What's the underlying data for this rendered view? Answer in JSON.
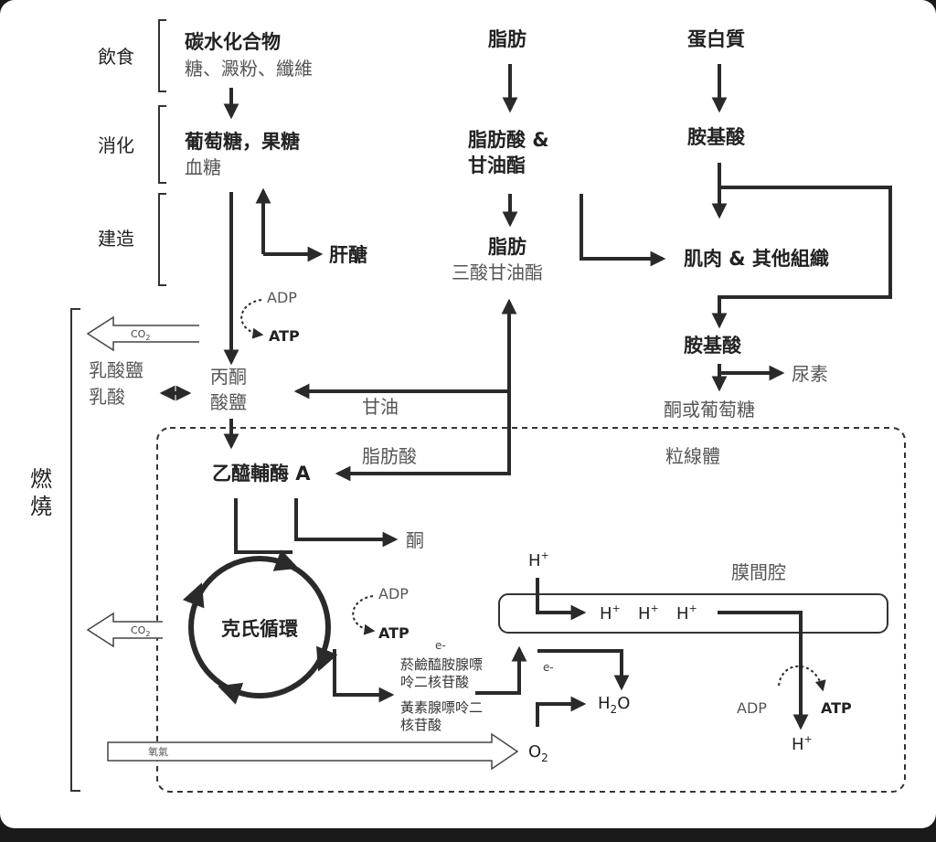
{
  "sections": {
    "diet": "飲食",
    "digestion": "消化",
    "building": "建造",
    "burning": "燃燒"
  },
  "nodes": {
    "carb_title": "碳水化合物",
    "carb_sub": "糖、澱粉、纖維",
    "fat": "脂肪",
    "protein": "蛋白質",
    "glucose": "葡萄糖，果糖",
    "blood_sugar": "血糖",
    "fatty_acid_glycerol_1": "脂肪酸 &",
    "fatty_acid_glycerol_2": "甘油酯",
    "amino_acid_top": "胺基酸",
    "glycogen": "肝醣",
    "fat_store": "脂肪",
    "triglyceride": "三酸甘油酯",
    "muscle": "肌肉 & 其他組織",
    "amino_acid_mid": "胺基酸",
    "urea": "尿素",
    "ketone_or_glucose": "酮或葡萄糖",
    "adp_1": "ADP",
    "atp_1": "ATP",
    "co2_1": "CO",
    "co2_1_sub": "2",
    "lactate_salt": "乳酸鹽",
    "lactic_acid": "乳酸",
    "pyruvate_1": "丙酮",
    "pyruvate_2": "酸鹽",
    "glycerol": "甘油",
    "fatty_acid_mito": "脂肪酸",
    "mitochondria": "粒線體",
    "acetyl_coa": "乙醯輔酶 A",
    "ketone": "酮",
    "krebs": "克氏循環",
    "adp_2": "ADP",
    "atp_2": "ATP",
    "co2_2": "CO",
    "co2_2_sub": "2",
    "e_1": "e-",
    "nadh_1": "菸鹼醯胺腺嘌",
    "nadh_2": "呤二核苷酸",
    "fadh_1": "黃素腺嘌呤二",
    "fadh_2": "核苷酸",
    "oxygen_label": "氧氣",
    "o2": "O",
    "o2_sub": "2",
    "e_2": "e-",
    "h2o_h": "H",
    "h2o_sub": "2",
    "h2o_o": "O",
    "intermembrane": "膜間腔",
    "h_plus": "H",
    "plus": "+",
    "adp_3": "ADP",
    "atp_3": "ATP"
  }
}
